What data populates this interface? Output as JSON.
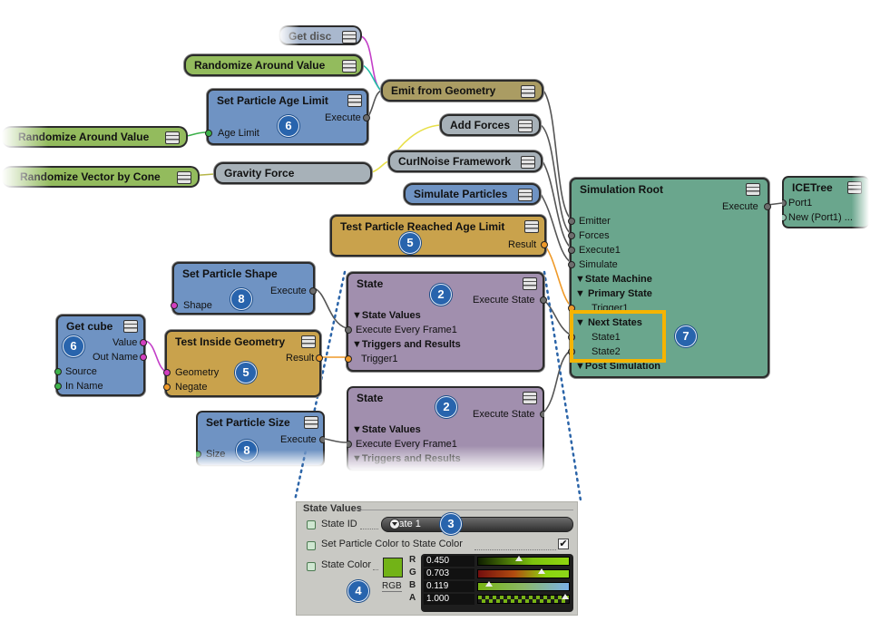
{
  "nodes": {
    "get_disc": {
      "title": "Get disc"
    },
    "randomize_around_value_top": {
      "title": "Randomize Around Value"
    },
    "set_particle_age_limit": {
      "title": "Set Particle Age Limit",
      "out": "Execute",
      "in": "Age Limit",
      "badge": "6"
    },
    "emit_from_geometry": {
      "title": "Emit from Geometry"
    },
    "randomize_around_value_left": {
      "title": "Randomize Around Value"
    },
    "add_forces": {
      "title": "Add Forces"
    },
    "randomize_vector_by_cone": {
      "title": "Randomize Vector by Cone"
    },
    "gravity_force": {
      "title": "Gravity Force"
    },
    "curlnoise_framework": {
      "title": "CurlNoise Framework"
    },
    "simulate_particles": {
      "title": "Simulate Particles"
    },
    "test_age_limit": {
      "title": "Test Particle Reached Age Limit",
      "out": "Result",
      "badge": "5"
    },
    "simulation_root": {
      "title": "Simulation Root",
      "out": "Execute",
      "ports": [
        "Emitter",
        "Forces",
        "Execute1",
        "Simulate"
      ],
      "state_machine": "▼State Machine",
      "primary_state": "▼  Primary State",
      "trigger": "Trigger1",
      "next_states": "▼  Next States",
      "state1": "State1",
      "state2": "State2",
      "post_simulation": "▼Post Simulation",
      "badge": "7"
    },
    "icetree": {
      "title": "ICETree",
      "port1": "Port1",
      "new_port": "New (Port1) ..."
    },
    "set_particle_shape": {
      "title": "Set Particle Shape",
      "out": "Execute",
      "in": "Shape",
      "badge": "8"
    },
    "get_cube": {
      "title": "Get cube",
      "value": "Value",
      "out_name": "Out Name",
      "source": "Source",
      "in_name": "In Name",
      "badge": "6"
    },
    "test_inside_geometry": {
      "title": "Test Inside Geometry",
      "out": "Result",
      "geometry": "Geometry",
      "negate": "Negate",
      "badge": "5"
    },
    "state_top": {
      "title": "State",
      "out": "Execute State",
      "badge": "2",
      "section1": "▼State Values",
      "row1": "Execute Every Frame1",
      "section2": "▼Triggers and Results",
      "row2": "Trigger1"
    },
    "state_bottom": {
      "title": "State",
      "out": "Execute State",
      "badge": "2",
      "section1": "▼State Values",
      "row1": "Execute Every Frame1",
      "section2": "▼Triggers and Results"
    },
    "set_particle_size": {
      "title": "Set Particle Size",
      "out": "Execute",
      "in": "Size",
      "badge": "8"
    }
  },
  "panel": {
    "title": "State Values",
    "state_id_label": "State ID",
    "state_id_value": "State 1",
    "set_color_label": "Set Particle Color to State Color",
    "set_color_checked": "✔",
    "state_color_label": "State Color",
    "rgb_label": "RGB",
    "swatch_color": "#72b317",
    "channels": [
      {
        "name": "R",
        "value": "0.450",
        "fraction": 0.45
      },
      {
        "name": "G",
        "value": "0.703",
        "fraction": 0.703
      },
      {
        "name": "B",
        "value": "0.119",
        "fraction": 0.119
      },
      {
        "name": "A",
        "value": "1.000",
        "fraction": 1.0
      }
    ],
    "badges": {
      "state_id": "3",
      "color": "4"
    }
  },
  "colors": {
    "highlight": "#f5b400",
    "badge": "#2864ad"
  }
}
